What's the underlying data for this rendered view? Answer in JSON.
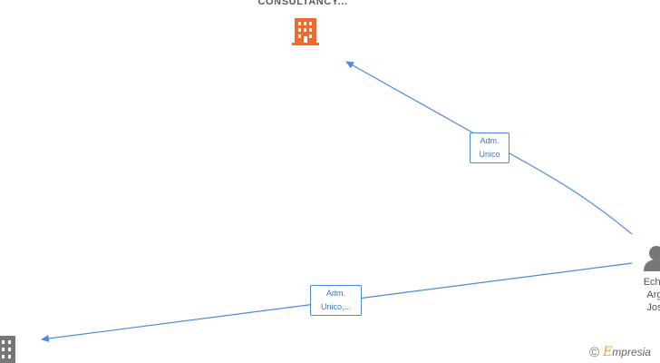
{
  "company_top": {
    "name": "CONSULTANCY...",
    "icon": "building-icon",
    "color": "#f06a30"
  },
  "company_bottom": {
    "icon": "building-icon",
    "color": "#777777"
  },
  "person": {
    "icon": "person-icon",
    "name_lines": [
      "Echav",
      "Argu",
      "Jose"
    ]
  },
  "edges": [
    {
      "label_line1": "Adm.",
      "label_line2": "Unico"
    },
    {
      "label_line1": "Adm.",
      "label_line2": "Unico,..."
    }
  ],
  "colors": {
    "edge": "#4a8bd9",
    "label_text": "#3a76c4"
  },
  "footer": {
    "copyright": "©",
    "brand_e": "E",
    "brand_rest": "mpresia"
  }
}
